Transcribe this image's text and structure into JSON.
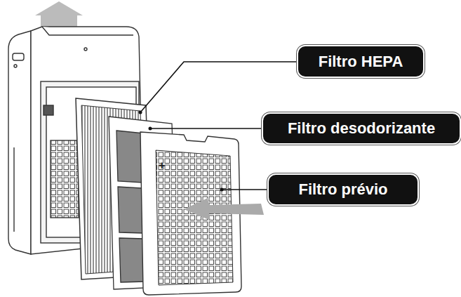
{
  "diagram": {
    "nodes": [
      {
        "text": [
          "Filtro HEPA"
        ]
      },
      {
        "text": [
          "Filtro desodorizante"
        ]
      },
      {
        "text": [
          "Filtro prévio"
        ]
      }
    ],
    "labels": [
      "+"
    ]
  }
}
